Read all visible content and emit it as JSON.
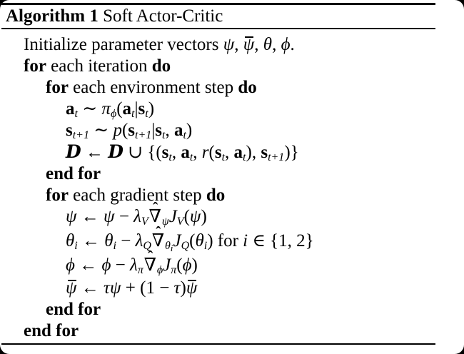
{
  "header": {
    "label": "Algorithm 1",
    "title": "Soft Actor-Critic"
  },
  "colors": {
    "text": "#000000",
    "background": "#ffffff",
    "corner_background": "#000000",
    "rule": "#000000"
  },
  "symbols": {
    "hat_accent": "ˆ"
  },
  "algorithm": {
    "lines": [
      {
        "indent": 0,
        "tokens": [
          {
            "k": "rm",
            "v": "Initialize parameter vectors "
          },
          {
            "k": "it",
            "v": "ψ"
          },
          {
            "k": "rm",
            "v": ", "
          },
          {
            "k": "bar",
            "v": "ψ"
          },
          {
            "k": "rm",
            "v": ", "
          },
          {
            "k": "it",
            "v": "θ"
          },
          {
            "k": "rm",
            "v": ", "
          },
          {
            "k": "it",
            "v": "ϕ"
          },
          {
            "k": "rm",
            "v": "."
          }
        ]
      },
      {
        "indent": 0,
        "tokens": [
          {
            "k": "kw",
            "v": "for"
          },
          {
            "k": "rm",
            "v": " each iteration "
          },
          {
            "k": "kw",
            "v": "do"
          }
        ]
      },
      {
        "indent": 1,
        "tokens": [
          {
            "k": "kw",
            "v": "for"
          },
          {
            "k": "rm",
            "v": " each environment step "
          },
          {
            "k": "kw",
            "v": "do"
          }
        ]
      },
      {
        "indent": 2,
        "tokens": [
          {
            "k": "bf",
            "v": "a"
          },
          {
            "k": "sub",
            "v": "t"
          },
          {
            "k": "rm",
            "v": " ∼ "
          },
          {
            "k": "it",
            "v": "π"
          },
          {
            "k": "sub",
            "v": "ϕ"
          },
          {
            "k": "rm",
            "v": "("
          },
          {
            "k": "bf",
            "v": "a"
          },
          {
            "k": "sub",
            "v": "t"
          },
          {
            "k": "rm",
            "v": "|"
          },
          {
            "k": "bf",
            "v": "s"
          },
          {
            "k": "sub",
            "v": "t"
          },
          {
            "k": "rm",
            "v": ")"
          }
        ]
      },
      {
        "indent": 2,
        "tokens": [
          {
            "k": "bf",
            "v": "s"
          },
          {
            "k": "sub",
            "v": "t+1"
          },
          {
            "k": "rm",
            "v": " ∼ "
          },
          {
            "k": "it",
            "v": "p"
          },
          {
            "k": "rm",
            "v": "("
          },
          {
            "k": "bf",
            "v": "s"
          },
          {
            "k": "sub",
            "v": "t+1"
          },
          {
            "k": "rm",
            "v": "|"
          },
          {
            "k": "bf",
            "v": "s"
          },
          {
            "k": "sub",
            "v": "t"
          },
          {
            "k": "rm",
            "v": ", "
          },
          {
            "k": "bf",
            "v": "a"
          },
          {
            "k": "sub",
            "v": "t"
          },
          {
            "k": "rm",
            "v": ")"
          }
        ]
      },
      {
        "indent": 2,
        "tokens": [
          {
            "k": "cal",
            "v": "D"
          },
          {
            "k": "rm",
            "v": " ← "
          },
          {
            "k": "cal",
            "v": "D"
          },
          {
            "k": "rm",
            "v": " ∪ {("
          },
          {
            "k": "bf",
            "v": "s"
          },
          {
            "k": "sub",
            "v": "t"
          },
          {
            "k": "rm",
            "v": ", "
          },
          {
            "k": "bf",
            "v": "a"
          },
          {
            "k": "sub",
            "v": "t"
          },
          {
            "k": "rm",
            "v": ", "
          },
          {
            "k": "it",
            "v": "r"
          },
          {
            "k": "rm",
            "v": "("
          },
          {
            "k": "bf",
            "v": "s"
          },
          {
            "k": "sub",
            "v": "t"
          },
          {
            "k": "rm",
            "v": ", "
          },
          {
            "k": "bf",
            "v": "a"
          },
          {
            "k": "sub",
            "v": "t"
          },
          {
            "k": "rm",
            "v": ")"
          },
          {
            "k": "rm",
            "v": ", "
          },
          {
            "k": "bf",
            "v": "s"
          },
          {
            "k": "sub",
            "v": "t+1"
          },
          {
            "k": "rm",
            "v": ")}"
          }
        ]
      },
      {
        "indent": 1,
        "tokens": [
          {
            "k": "kw",
            "v": "end for"
          }
        ]
      },
      {
        "indent": 1,
        "tokens": [
          {
            "k": "kw",
            "v": "for"
          },
          {
            "k": "rm",
            "v": " each gradient step "
          },
          {
            "k": "kw",
            "v": "do"
          }
        ]
      },
      {
        "indent": 2,
        "tokens": [
          {
            "k": "it",
            "v": "ψ"
          },
          {
            "k": "rm",
            "v": " ← "
          },
          {
            "k": "it",
            "v": "ψ"
          },
          {
            "k": "rm",
            "v": " − "
          },
          {
            "k": "it",
            "v": "λ"
          },
          {
            "k": "sub",
            "v": "V"
          },
          {
            "k": "hat",
            "v": "∇"
          },
          {
            "k": "sub",
            "v": "ψ"
          },
          {
            "k": "it",
            "v": "J"
          },
          {
            "k": "sub",
            "v": "V"
          },
          {
            "k": "rm",
            "v": "("
          },
          {
            "k": "it",
            "v": "ψ"
          },
          {
            "k": "rm",
            "v": ")"
          }
        ]
      },
      {
        "indent": 2,
        "tokens": [
          {
            "k": "it",
            "v": "θ"
          },
          {
            "k": "sub",
            "v": "i"
          },
          {
            "k": "rm",
            "v": " ← "
          },
          {
            "k": "it",
            "v": "θ"
          },
          {
            "k": "sub",
            "v": "i"
          },
          {
            "k": "rm",
            "v": " − "
          },
          {
            "k": "it",
            "v": "λ"
          },
          {
            "k": "sub",
            "v": "Q"
          },
          {
            "k": "hat",
            "v": "∇"
          },
          {
            "k": "sub",
            "v": "θ",
            "sub": "i"
          },
          {
            "k": "it",
            "v": "J"
          },
          {
            "k": "sub",
            "v": "Q"
          },
          {
            "k": "rm",
            "v": "("
          },
          {
            "k": "it",
            "v": "θ"
          },
          {
            "k": "sub",
            "v": "i"
          },
          {
            "k": "rm",
            "v": ") for "
          },
          {
            "k": "it",
            "v": "i"
          },
          {
            "k": "rm",
            "v": " ∈ {1, 2}"
          }
        ]
      },
      {
        "indent": 2,
        "tokens": [
          {
            "k": "it",
            "v": "ϕ"
          },
          {
            "k": "rm",
            "v": " ← "
          },
          {
            "k": "it",
            "v": "ϕ"
          },
          {
            "k": "rm",
            "v": " − "
          },
          {
            "k": "it",
            "v": "λ"
          },
          {
            "k": "sub",
            "v": "π"
          },
          {
            "k": "hat",
            "v": "∇"
          },
          {
            "k": "sub",
            "v": "ϕ"
          },
          {
            "k": "it",
            "v": "J"
          },
          {
            "k": "sub",
            "v": "π"
          },
          {
            "k": "rm",
            "v": "("
          },
          {
            "k": "it",
            "v": "ϕ"
          },
          {
            "k": "rm",
            "v": ")"
          }
        ]
      },
      {
        "indent": 2,
        "tokens": [
          {
            "k": "bar",
            "v": "ψ"
          },
          {
            "k": "rm",
            "v": " ← "
          },
          {
            "k": "it",
            "v": "τ"
          },
          {
            "k": "it",
            "v": "ψ"
          },
          {
            "k": "rm",
            "v": " + (1 − "
          },
          {
            "k": "it",
            "v": "τ"
          },
          {
            "k": "rm",
            "v": ")"
          },
          {
            "k": "bar",
            "v": "ψ"
          }
        ]
      },
      {
        "indent": 1,
        "tokens": [
          {
            "k": "kw",
            "v": "end for"
          }
        ]
      },
      {
        "indent": 0,
        "tokens": [
          {
            "k": "kw",
            "v": "end for"
          }
        ]
      }
    ]
  }
}
